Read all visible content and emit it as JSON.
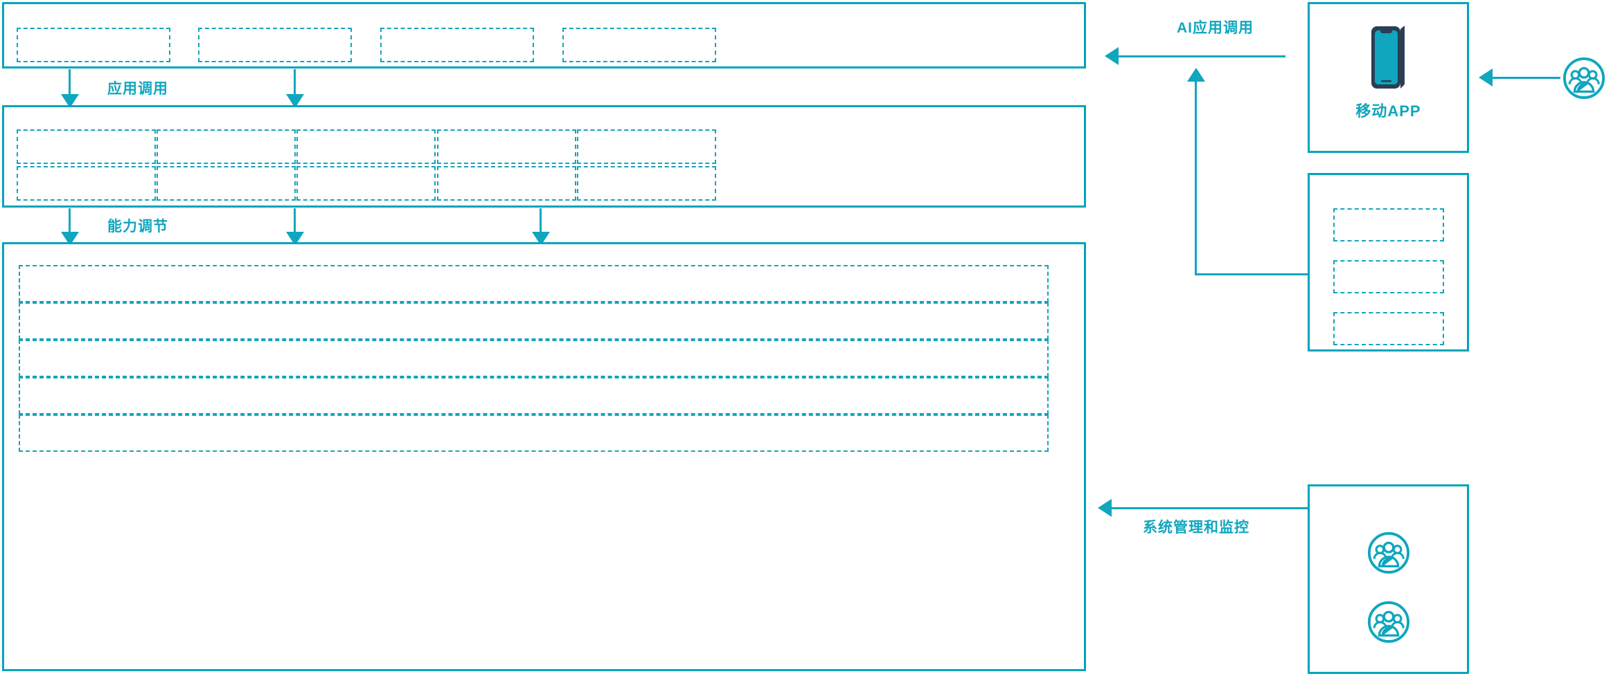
{
  "diagram": {
    "accent_color": "#0FA6BE",
    "panel_border_color": "#00A5BC",
    "slot_border_color": "#13A4BC",
    "phone_body_color": "#2B3E54",
    "phone_screen_color": "#0FA6BE"
  },
  "flow_labels": {
    "app_call": "应用调用",
    "capability_adjust": "能力调节",
    "ai_app_call": "AI应用调用",
    "system_manage_monitor": "系统管理和监控"
  },
  "layers": {
    "application_layer": {
      "name": "application-layer",
      "slots": [
        "",
        "",
        "",
        ""
      ]
    },
    "capability_layer": {
      "name": "capability-layer",
      "rows": [
        [
          "",
          "",
          "",
          "",
          ""
        ],
        [
          "",
          "",
          "",
          "",
          ""
        ]
      ]
    },
    "infrastructure_layer": {
      "name": "infrastructure-layer",
      "rows": [
        "",
        "",
        "",
        "",
        ""
      ]
    }
  },
  "right_column": {
    "mobile_app_panel": {
      "caption": "移动APP",
      "icon": "smartphone-icon"
    },
    "channel_panel": {
      "slots": [
        "",
        "",
        ""
      ]
    },
    "admin_panel": {
      "icons": [
        "user-group-icon",
        "user-group-icon"
      ]
    }
  },
  "actors": {
    "top_user": {
      "icon": "user-group-icon"
    }
  }
}
